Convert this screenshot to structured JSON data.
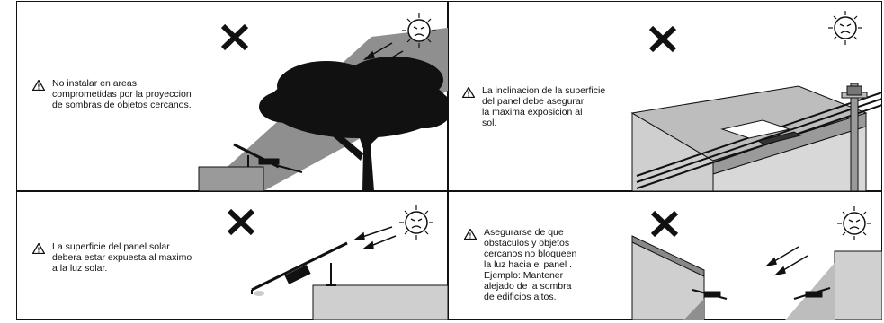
{
  "panels": [
    {
      "warning": "No instalar en areas\ncomprometidas por la proyeccion\nde sombras de objetos cercanos.",
      "verdict": "incorrect"
    },
    {
      "warning": "La inclinacion de la superficie\ndel panel debe asegurar\nla maxima exposicion al\nsol.",
      "verdict": "incorrect"
    },
    {
      "warning": "La superficie del panel solar\ndebera estar expuesta al maximo\na la luz solar.",
      "verdict": "incorrect"
    },
    {
      "warning": "Asegurarse de que\nobstaculos y objetos\ncercanos no bloqueen\nla luz hacia el panel .\nEjemplo: Mantener\nalejado de la sombra\nde edificios altos.",
      "verdict": "incorrect"
    }
  ],
  "icons": {
    "wrong_mark": "x-mark-icon",
    "sun": "angry-sun-icon",
    "warning": "warning-triangle-icon"
  },
  "colors": {
    "shadow": "#8f8f8f",
    "ink": "#111111",
    "wall": "#cfcfcf"
  }
}
